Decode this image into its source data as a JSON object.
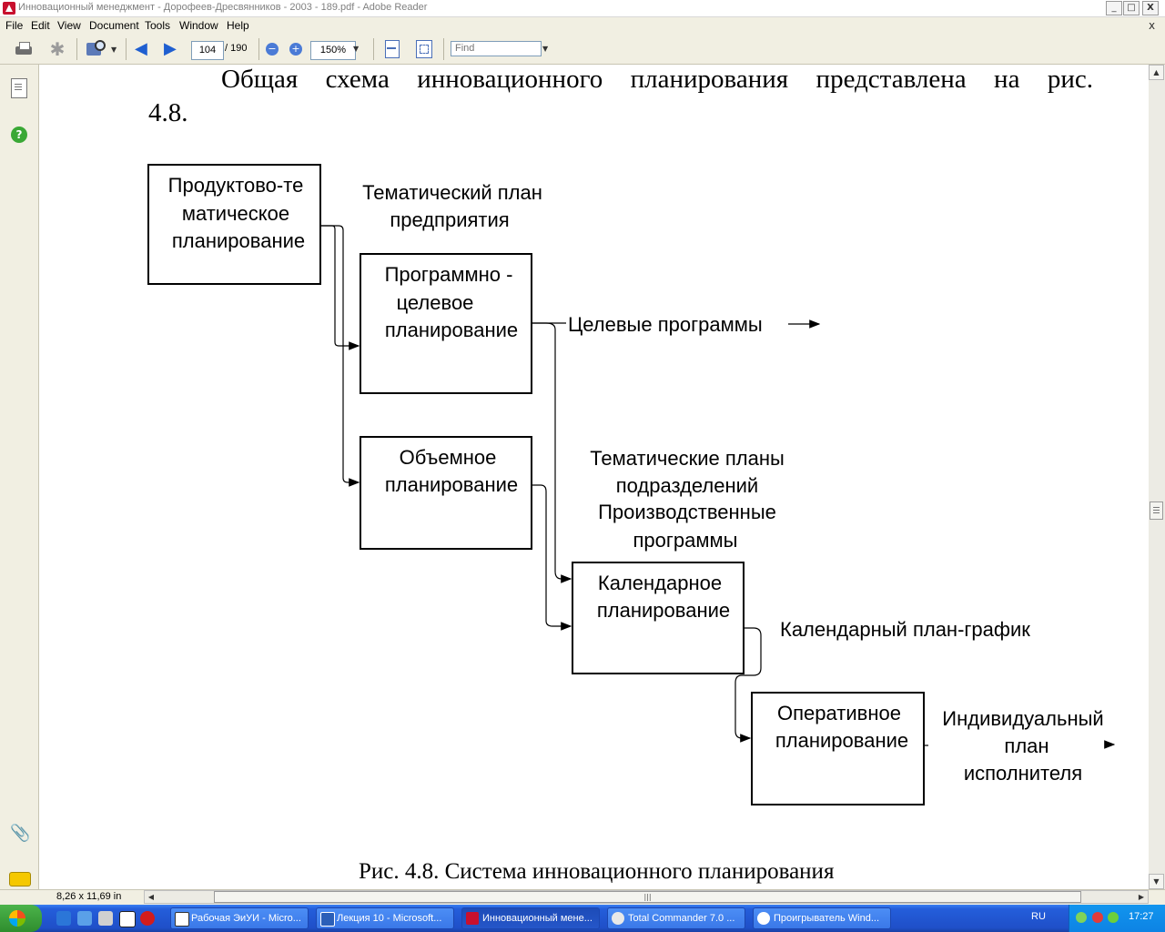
{
  "window": {
    "title": "Инновационный менеджмент - Дорофеев-Дресвянников - 2003 - 189.pdf - Adobe Reader",
    "min_label": "_",
    "max_label": "□",
    "close_label": "X",
    "mdi_close_label": "x"
  },
  "menu": {
    "items": [
      "File",
      "Edit",
      "View",
      "Document",
      "Tools",
      "Window",
      "Help"
    ]
  },
  "toolbar": {
    "page_current": "104",
    "page_total": "/ 190",
    "zoom": "150%",
    "find_placeholder": "Find"
  },
  "document": {
    "para_line1": "Общая схема инновационного планирования представлена на рис.",
    "para_line2": "4.8.",
    "caption": "Рис. 4.8. Система инновационного планирования",
    "diagram": {
      "box_product_thematic": [
        "Продуктово-те",
        "матическое",
        "планирование"
      ],
      "box_program_target": [
        "Программно -",
        "целевое",
        "планирование"
      ],
      "box_volume": [
        "Объемное",
        "планирование"
      ],
      "box_calendar": [
        "Календарное",
        "планирование"
      ],
      "box_operational": [
        "Оперативное",
        "планирование"
      ],
      "label_thematic_plan": [
        "Тематический план",
        "предприятия"
      ],
      "label_target_programs": "Целевые программы",
      "label_division_plans": [
        "Тематические планы",
        "подразделений",
        "Производственные",
        "программы"
      ],
      "label_calendar_schedule": "Календарный план-график",
      "label_individual_plan": [
        "Индивидуальный",
        "план",
        "исполнителя"
      ]
    }
  },
  "status": {
    "page_size": "8,26 x 11,69 in"
  },
  "taskbar": {
    "buttons": [
      "Рабочая ЭиУИ - Micro...",
      "Лекция 10 - Microsoft...",
      "Инновационный мене...",
      "Total Commander 7.0 ...",
      "Проигрыватель Wind..."
    ],
    "lang": "RU",
    "clock": "17:27"
  }
}
